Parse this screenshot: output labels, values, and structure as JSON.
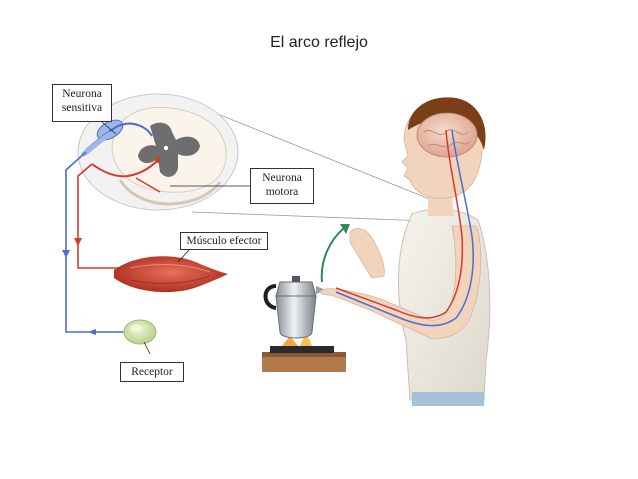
{
  "title": "El arco reflejo",
  "labels": {
    "sensory_line1": "Neurona",
    "sensory_line2": "sensitiva",
    "motor_line1": "Neurona",
    "motor_line2": "motora",
    "muscle": "Músculo efector",
    "receptor": "Receptor"
  },
  "colors": {
    "sensory_pathway": "#4a6fd1",
    "motor_pathway": "#d63a2a",
    "muscle": "#c8432f",
    "receptor": "#cfe3a6",
    "brain": "#e9b9a6",
    "skin": "#f2d3bc",
    "arrow": "#2e8b57"
  }
}
